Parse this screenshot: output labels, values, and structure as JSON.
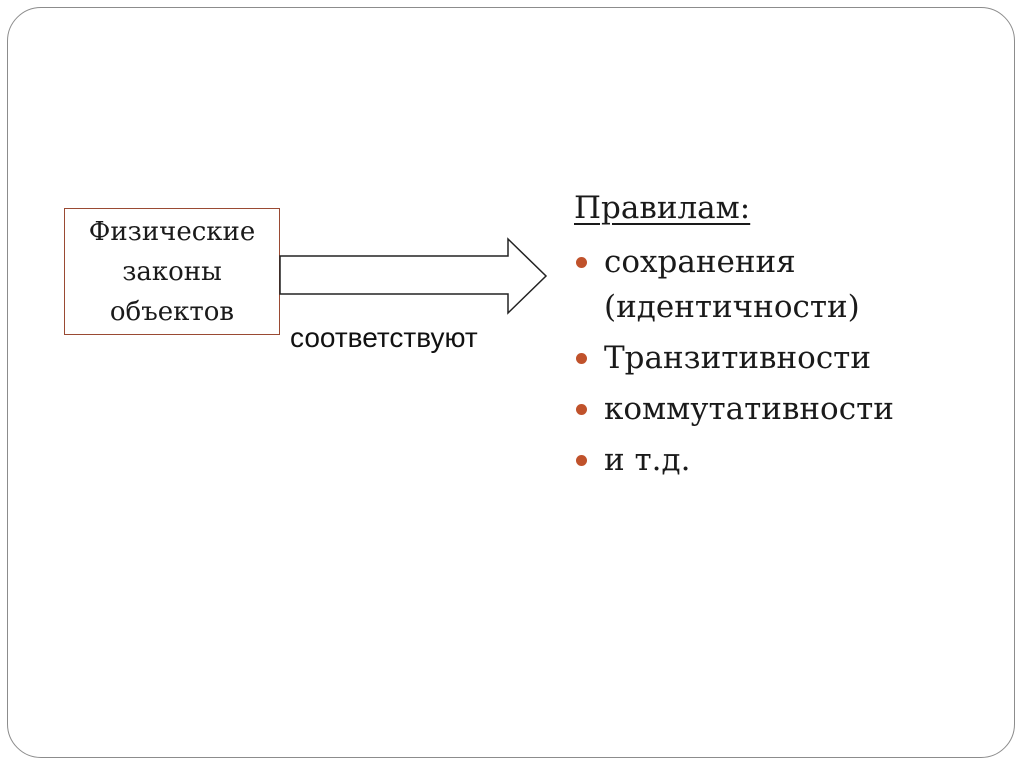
{
  "source_box": {
    "lines": [
      "Физические",
      "законы",
      "объектов"
    ]
  },
  "arrow": {
    "caption": "соответствуют"
  },
  "rules": {
    "heading": "Правилам:",
    "items": [
      "сохранения\n(идентичности)",
      "Транзитивности",
      "коммутативности",
      "и т.д."
    ]
  },
  "colors": {
    "box_border": "#9a4a33",
    "bullet": "#c0522b",
    "frame": "#8c8c8c"
  }
}
